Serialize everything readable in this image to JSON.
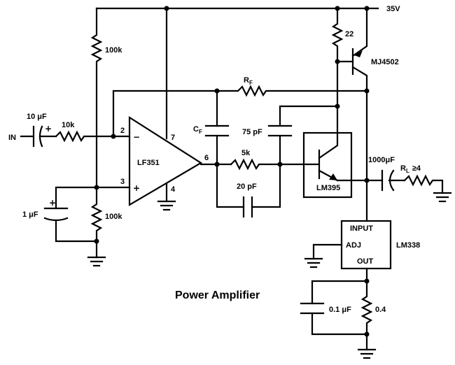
{
  "title": "Power Amplifier",
  "supply": "35V",
  "input_label": "IN",
  "components": {
    "c_in": "10 μF",
    "r_in": "10k",
    "r_top_bias": "100k",
    "r_bot_bias": "100k",
    "c_bias": "1 μF",
    "opamp": "LF351",
    "pin2": "2",
    "pin3": "3",
    "pin4": "4",
    "pin6": "6",
    "pin7": "7",
    "rf": "R",
    "rf_sub": "F",
    "cf": "C",
    "cf_sub": "F",
    "c75": "75 pF",
    "r5k": "5k",
    "c20": "20 pF",
    "r22": "22",
    "q_power": "MJ4502",
    "q_driver": "LM395",
    "c_out": "1000μF",
    "rl": "R",
    "rl_sub": "L",
    "rl_value": "≥4",
    "reg": "LM338",
    "reg_in": "INPUT",
    "reg_adj": "ADJ",
    "reg_out": "OUT",
    "c01": "0.1 μF",
    "r04": "0.4"
  },
  "symbols": {
    "minus": "−",
    "plus": "+"
  }
}
